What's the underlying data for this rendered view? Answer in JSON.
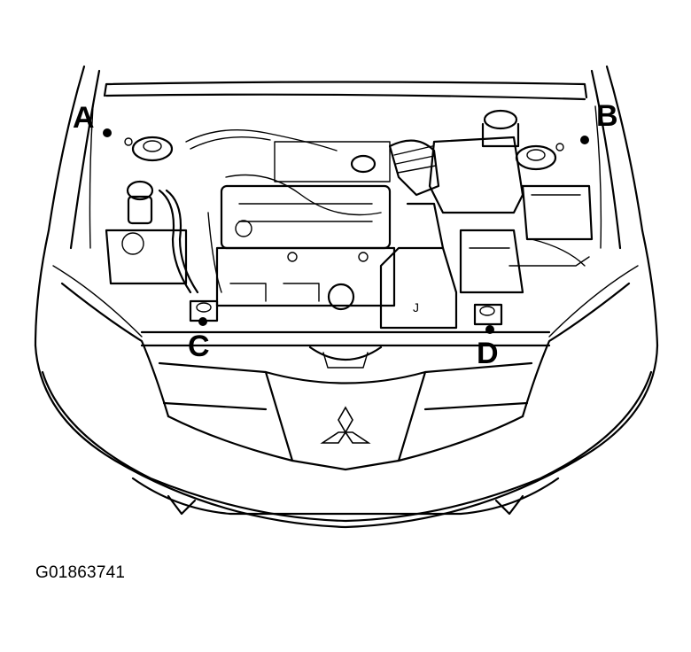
{
  "figure": {
    "callouts": [
      {
        "id": "A",
        "label": "A"
      },
      {
        "id": "B",
        "label": "B"
      },
      {
        "id": "C",
        "label": "C"
      },
      {
        "id": "D",
        "label": "D"
      }
    ],
    "part_marker": "J",
    "figure_id": "G01863741",
    "logo": "mitsubishi-three-diamond-logo"
  }
}
